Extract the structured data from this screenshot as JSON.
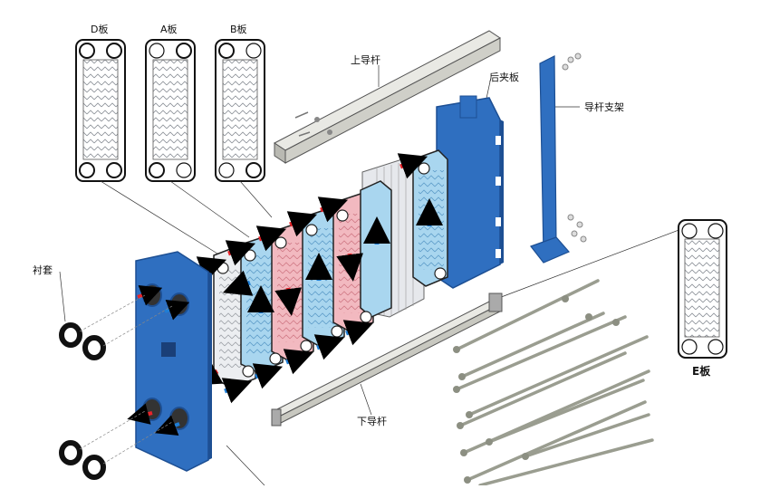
{
  "labels": {
    "d_plate": "D板",
    "a_plate": "A板",
    "b_plate": "B板",
    "upper_rod": "上导杆",
    "rear_plate": "后夹板",
    "rod_support": "导杆支架",
    "e_plate": "E板",
    "liner": "衬套",
    "lower_rod": "下导杆"
  },
  "colors": {
    "frame_blue": "#2f6fc0",
    "frame_dark": "#1d4f93",
    "plate_light_blue": "#a9d6ef",
    "plate_pink": "#f2b9c0",
    "plate_grey": "#dfe3e8",
    "hot_arrow": "#e8242a",
    "cold_arrow": "#1f7ed6",
    "rod_grey": "#c9cbc0"
  },
  "icons": [
    "plate-icon",
    "bolt-icon",
    "gasket-ring-icon",
    "flow-arrow-icon"
  ]
}
